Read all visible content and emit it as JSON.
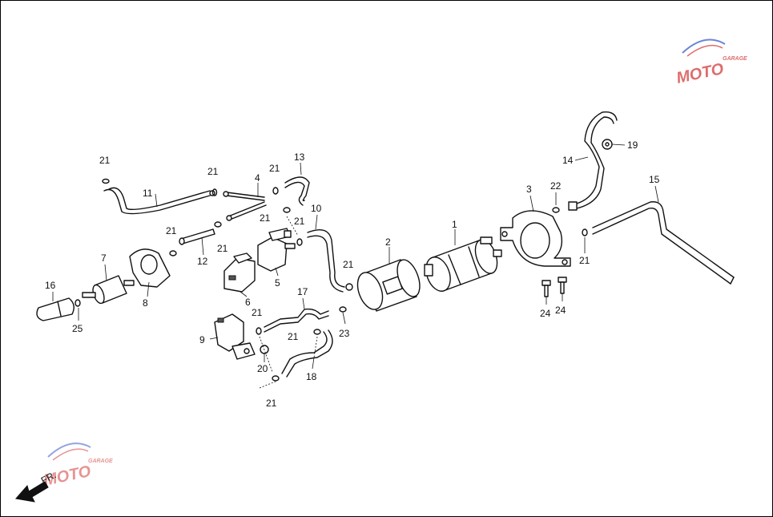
{
  "diagram": {
    "callouts": [
      "1",
      "2",
      "3",
      "4",
      "5",
      "6",
      "7",
      "8",
      "9",
      "10",
      "11",
      "12",
      "13",
      "14",
      "15",
      "16",
      "17",
      "18",
      "19",
      "20",
      "21",
      "22",
      "23",
      "24",
      "25"
    ],
    "direction_label": "FR.",
    "watermark_main": "MOTO",
    "watermark_sub": "GARAGE",
    "colors": {
      "line": "#111111",
      "background": "#ffffff",
      "watermark_red": "#d43c3c",
      "watermark_blue": "#3a5bc7"
    }
  }
}
